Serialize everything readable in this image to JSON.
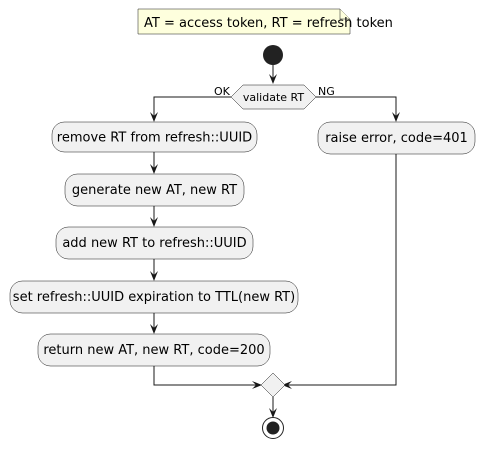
{
  "note": {
    "text": "AT = access token, RT = refresh token"
  },
  "decision": {
    "label": "validate RT",
    "yes_label": "OK",
    "no_label": "NG"
  },
  "steps": {
    "remove_rt": "remove RT from refresh::UUID",
    "generate": "generate new AT, new RT",
    "add_rt": "add new RT to refresh::UUID",
    "set_expiration": "set refresh::UUID expiration to TTL(new RT)",
    "return_ok": "return new AT, new RT, code=200",
    "raise_error": "raise error, code=401"
  },
  "colors": {
    "node_fill": "#F1F1F1",
    "note_fill": "#FEFFDD",
    "stroke": "#181818"
  }
}
